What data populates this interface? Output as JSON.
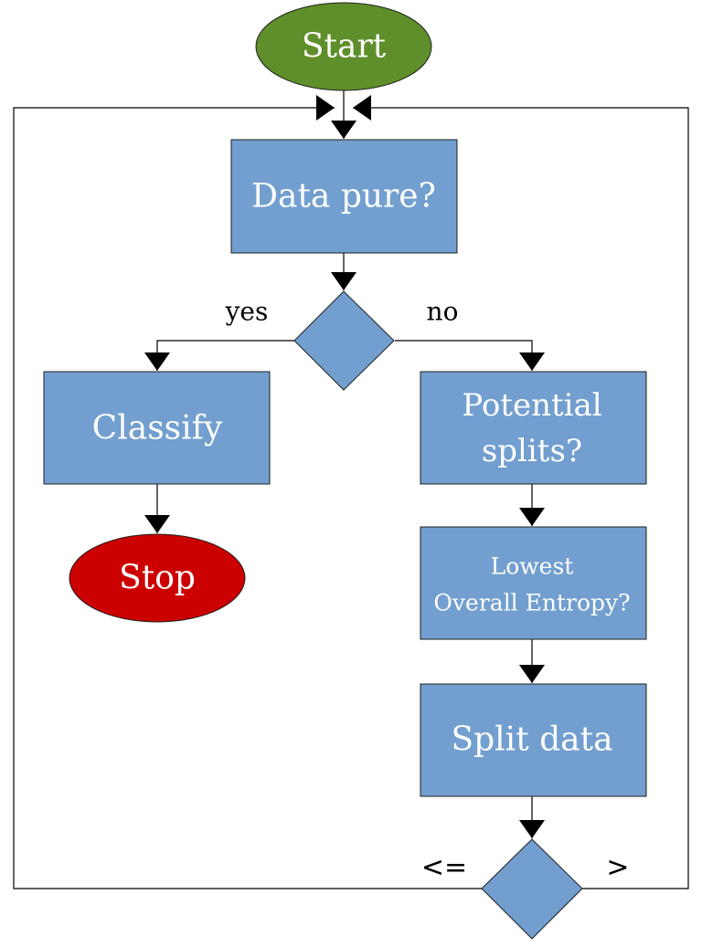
{
  "colors": {
    "box": "#729fcf",
    "start": "#5f8f2a",
    "stop": "#cc0000",
    "line": "#000000"
  },
  "nodes": {
    "start": "Start",
    "data_pure": "Data pure?",
    "classify": "Classify",
    "stop": "Stop",
    "potential_splits": [
      "Potential",
      "splits?"
    ],
    "lowest_entropy": [
      "Lowest",
      "Overall Entropy?"
    ],
    "split_data": "Split data"
  },
  "edges": {
    "yes": "yes",
    "no": "no",
    "lte": "<=",
    "gt": ">"
  }
}
